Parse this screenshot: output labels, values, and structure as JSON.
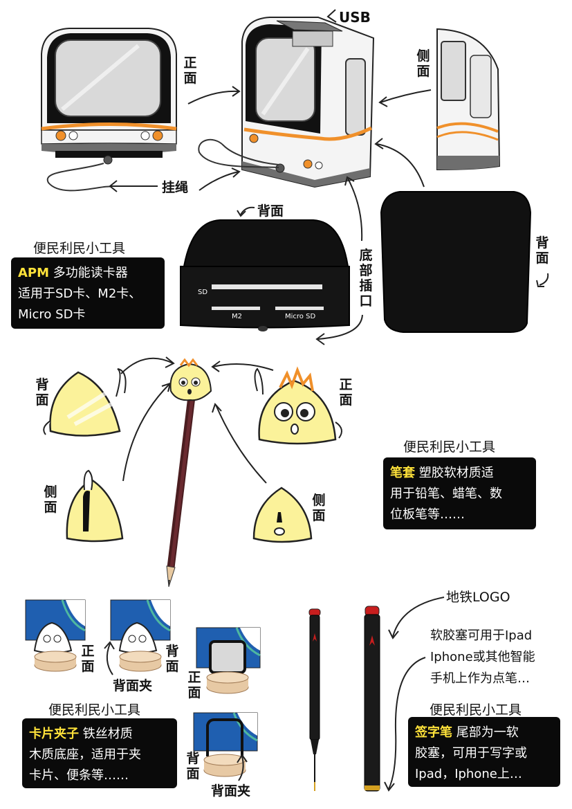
{
  "top": {
    "usb": "USB",
    "front": "正面",
    "side": "侧面",
    "lanyard": "挂绳",
    "back_top": "背面",
    "back_right": "背面",
    "bottom_port": "底部插口",
    "slot_sd": "SD",
    "slot_m2": "M2",
    "slot_microsd": "Micro SD"
  },
  "reader_box": {
    "heading": "便民利民小工具",
    "highlight": "APM",
    "line1_rest": " 多功能读卡器",
    "line2": "适用于SD卡、M2卡、",
    "line3": "Micro SD卡"
  },
  "pencil": {
    "back": "背面",
    "front": "正面",
    "side_left": "侧面",
    "side_right": "侧面",
    "heading": "便民利民小工具",
    "highlight": "笔套",
    "line1_rest": "  塑胶软材质适",
    "line2": "用于铅笔、蜡笔、数",
    "line3": "位板笔等……"
  },
  "clip": {
    "front1": "正面",
    "back1": "背面",
    "back_clip1": "背面夹",
    "front2": "正面",
    "back2": "背面",
    "back_clip2": "背面夹",
    "heading": "便民利民小工具",
    "highlight": "卡片夹子",
    "line1_rest": "  铁丝材质",
    "line2": "木质底座，适用于夹",
    "line3": "卡片、便条等……"
  },
  "pen": {
    "logo_note": "地铁LOGO",
    "note1": "软胶塞可用于Ipad",
    "note2": "Iphone或其他智能",
    "note3": "手机上作为点笔…",
    "heading": "便民利民小工具",
    "highlight": "签字笔",
    "line1_rest": "  尾部为一软",
    "line2": "胶塞，可用于写字或",
    "line3": "Ipad，Iphone上…"
  },
  "colors": {
    "train_orange": "#f0902a",
    "train_grey": "#6e6e6e",
    "mascot_yellow": "#fbf29a",
    "text_box_bg": "#0a0a0a",
    "highlight": "#ffe23a",
    "pen_red": "#c81e1e"
  }
}
